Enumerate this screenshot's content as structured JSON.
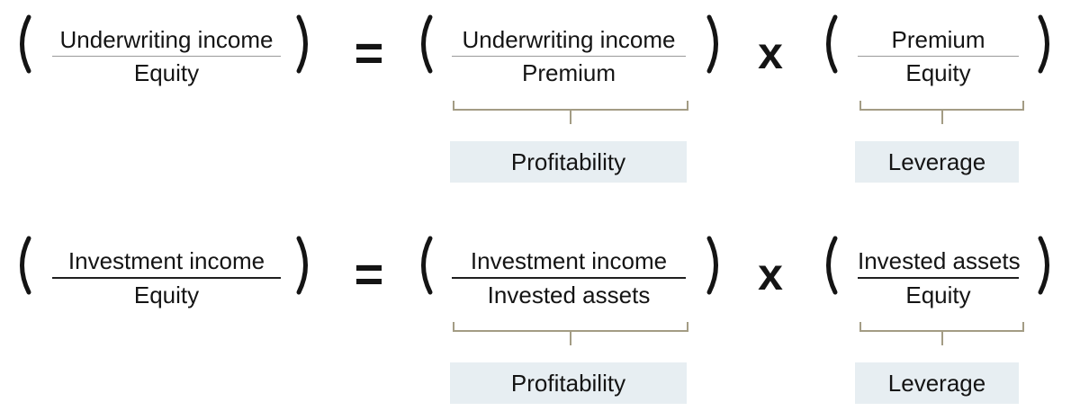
{
  "diagram": {
    "description": "Return on equity decomposition into profitability and leverage for underwriting and investment income"
  },
  "colors": {
    "background": "#ffffff",
    "text": "#141414",
    "brace": "#a39c84",
    "label_box_bg": "#e7eef2",
    "fraction_bar_row1": "#9a9a9a",
    "fraction_bar_row2": "#1f1f1f"
  },
  "operators": {
    "equals": "=",
    "multiply": "x"
  },
  "rows": [
    {
      "id": "underwriting",
      "lhs": {
        "numerator": "Underwriting income",
        "denominator": "Equity"
      },
      "profitability": {
        "numerator": "Underwriting income",
        "denominator": "Premium"
      },
      "leverage": {
        "numerator": "Premium",
        "denominator": "Equity"
      },
      "labels": {
        "profitability": "Profitability",
        "leverage": "Leverage"
      }
    },
    {
      "id": "investment",
      "lhs": {
        "numerator": "Investment income",
        "denominator": "Equity"
      },
      "profitability": {
        "numerator": "Investment income",
        "denominator": "Invested assets"
      },
      "leverage": {
        "numerator": "Invested assets",
        "denominator": "Equity"
      },
      "labels": {
        "profitability": "Profitability",
        "leverage": "Leverage"
      }
    }
  ]
}
